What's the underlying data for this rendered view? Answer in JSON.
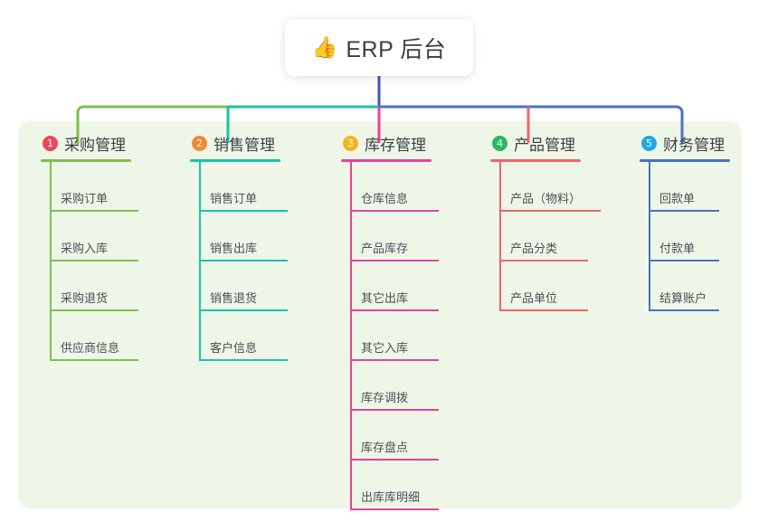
{
  "root": {
    "icon": "thumbs-up-icon",
    "emoji": "👍",
    "title": "ERP 后台"
  },
  "theme": {
    "panel_bg": "#eef7e7",
    "card_bg": "#ffffff",
    "text": "#3b3f45",
    "leaf_text": "#4a4f57",
    "root_stem": "#4255b5"
  },
  "branches": [
    {
      "number": "1",
      "title": "采购管理",
      "badge_color": "#f0465a",
      "line_color": "#7ebf4f",
      "leaves": [
        {
          "label": "采购订单"
        },
        {
          "label": "采购入库"
        },
        {
          "label": "采购退货"
        },
        {
          "label": "供应商信息"
        }
      ]
    },
    {
      "number": "2",
      "title": "销售管理",
      "badge_color": "#f08a33",
      "line_color": "#19c3a8",
      "leaves": [
        {
          "label": "销售订单"
        },
        {
          "label": "销售出库"
        },
        {
          "label": "销售退货"
        },
        {
          "label": "客户信息"
        }
      ]
    },
    {
      "number": "3",
      "title": "库存管理",
      "badge_color": "#f5b31b",
      "line_color": "#e9419a",
      "leaves": [
        {
          "label": "仓库信息"
        },
        {
          "label": "产品库存"
        },
        {
          "label": "其它出库"
        },
        {
          "label": "其它入库"
        },
        {
          "label": "库存调拨"
        },
        {
          "label": "库存盘点"
        },
        {
          "label": "出库库明细"
        }
      ]
    },
    {
      "number": "4",
      "title": "产品管理",
      "badge_color": "#26bb5f",
      "line_color": "#f4626a",
      "leaves": [
        {
          "label": "产品（物料）"
        },
        {
          "label": "产品分类"
        },
        {
          "label": "产品单位"
        }
      ]
    },
    {
      "number": "5",
      "title": "财务管理",
      "badge_color": "#23a6e6",
      "line_color": "#4a72c4",
      "leaves": [
        {
          "label": "回款单"
        },
        {
          "label": "付款单"
        },
        {
          "label": "结算账户"
        }
      ]
    }
  ]
}
